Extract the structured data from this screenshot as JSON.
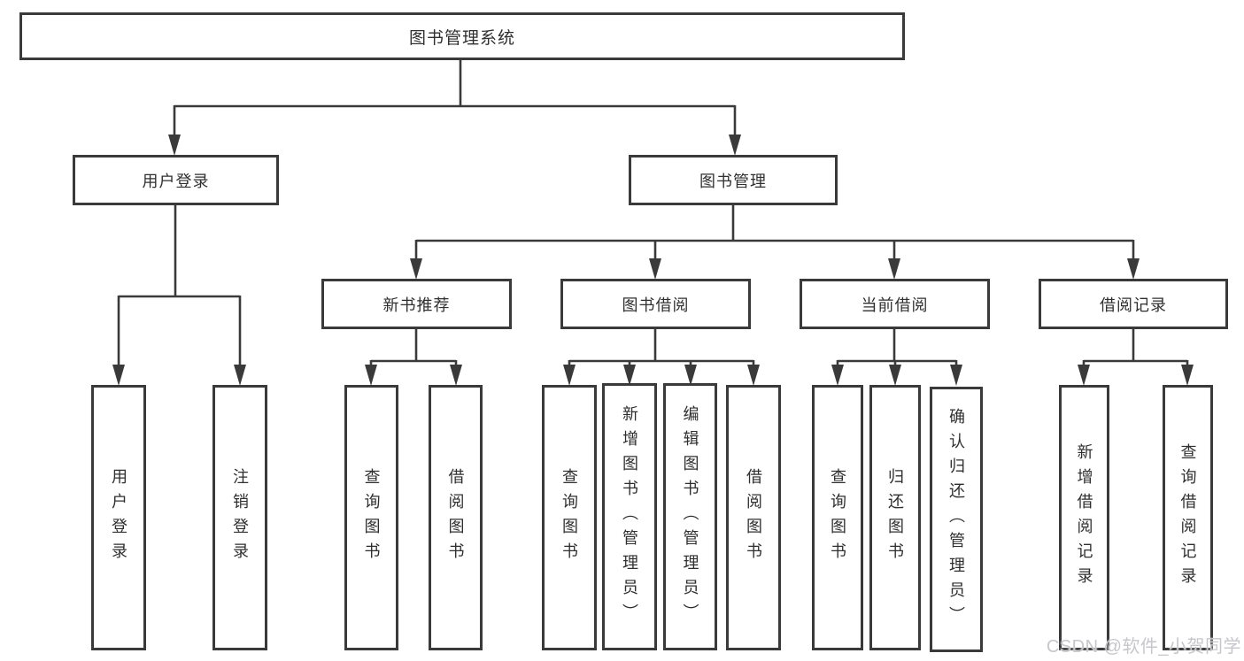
{
  "colors": {
    "line": "#3a3a3a",
    "text": "#2f2f2f",
    "background": "#ffffff",
    "watermark": "#c6c6cc"
  },
  "tree": {
    "root": {
      "label": "图书管理系统"
    },
    "level2": [
      {
        "label": "用户登录",
        "children": [
          {
            "label": "用户登录"
          },
          {
            "label": "注销登录"
          }
        ]
      },
      {
        "label": "图书管理"
      }
    ],
    "level3": [
      {
        "label": "新书推荐",
        "children": [
          {
            "label": "查询图书"
          },
          {
            "label": "借阅图书"
          }
        ]
      },
      {
        "label": "图书借阅",
        "children": [
          {
            "label": "查询图书"
          },
          {
            "label": "新增图书（管理员）"
          },
          {
            "label": "编辑图书（管理员）"
          },
          {
            "label": "借阅图书"
          }
        ]
      },
      {
        "label": "当前借阅",
        "children": [
          {
            "label": "查询图书"
          },
          {
            "label": "归还图书"
          },
          {
            "label": "确认归还（管理员）"
          }
        ]
      },
      {
        "label": "借阅记录",
        "children": [
          {
            "label": "新增借阅记录"
          },
          {
            "label": "查询借阅记录"
          }
        ]
      }
    ]
  },
  "watermark": {
    "text": "CSDN @软件_小贺同学"
  }
}
